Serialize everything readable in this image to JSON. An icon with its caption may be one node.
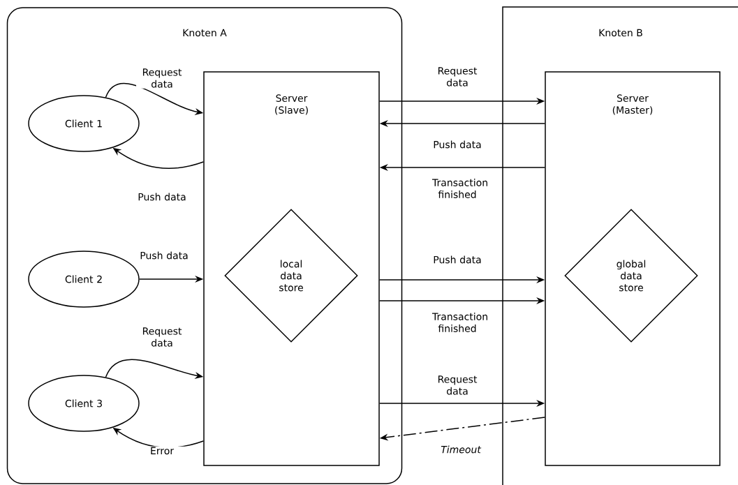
{
  "diagram": {
    "nodes": [
      {
        "text": [
          "Knoten A"
        ]
      },
      {
        "text": [
          "Client 1"
        ],
        "in": 0
      },
      {
        "text": [
          "Client 2"
        ],
        "in": 0
      },
      {
        "text": [
          "Client 3"
        ],
        "in": 0
      },
      {
        "text": [
          "Server (Slave)"
        ],
        "in": 0
      },
      {
        "text": [
          "local data store"
        ],
        "in": 4
      },
      {
        "text": [
          "Knoten B"
        ]
      },
      {
        "text": [
          "Server (Master)"
        ],
        "in": 6
      },
      {
        "text": [
          "global data store"
        ],
        "in": 7
      }
    ],
    "edges": [
      {
        "from": 1,
        "to": 4,
        "arrow": "to",
        "label": "Request data"
      },
      {
        "from": 4,
        "to": 1,
        "arrow": "to",
        "label": "Push data"
      },
      {
        "from": 2,
        "to": 4,
        "arrow": "to",
        "label": "Push data"
      },
      {
        "from": 3,
        "to": 4,
        "arrow": "to",
        "label": "Request data"
      },
      {
        "from": 4,
        "to": 3,
        "arrow": "to",
        "label": "Error"
      },
      {
        "from": 4,
        "to": 7,
        "arrow": "to",
        "label": "Request data"
      },
      {
        "from": 7,
        "to": 4,
        "arrow": "to",
        "label": "Push data"
      },
      {
        "from": 7,
        "to": 4,
        "arrow": "to",
        "label": "Transaction finished"
      },
      {
        "from": 4,
        "to": 7,
        "arrow": "to",
        "label": "Push data"
      },
      {
        "from": 4,
        "to": 7,
        "arrow": "to",
        "label": "Transaction finished"
      },
      {
        "from": 4,
        "to": 7,
        "arrow": "to",
        "label": "Request data"
      },
      {
        "from": 7,
        "to": 4,
        "arrow": "to",
        "label": "Timeout",
        "style": "dashed"
      }
    ]
  }
}
